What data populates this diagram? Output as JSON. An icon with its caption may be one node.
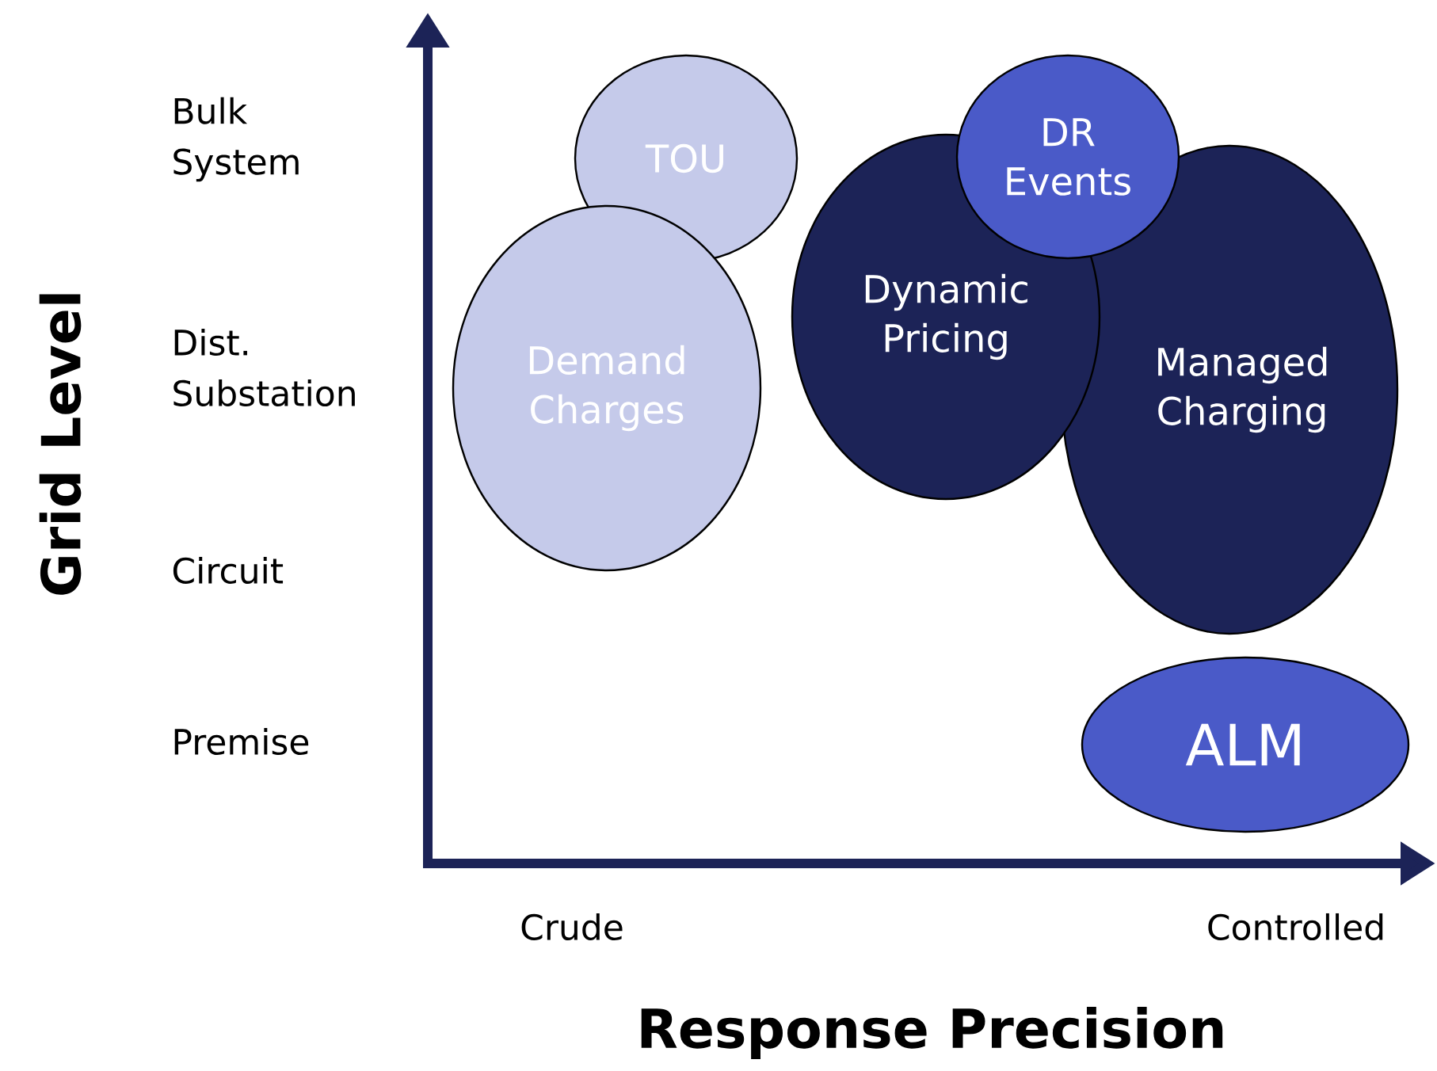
{
  "diagram": {
    "nodes": [
      {
        "text": [
          "TOU"
        ]
      },
      {
        "text": [
          "Demand Charges"
        ]
      },
      {
        "text": [
          "DR Events"
        ]
      },
      {
        "text": [
          "Dynamic Pricing"
        ]
      },
      {
        "text": [
          "Managed Charging"
        ]
      },
      {
        "text": [
          "ALM"
        ]
      }
    ],
    "labels": [
      "Grid Level",
      "Bulk System",
      "Dist. Substation",
      "Circuit",
      "Premise",
      "Crude",
      "Controlled",
      "Response Precision"
    ]
  }
}
